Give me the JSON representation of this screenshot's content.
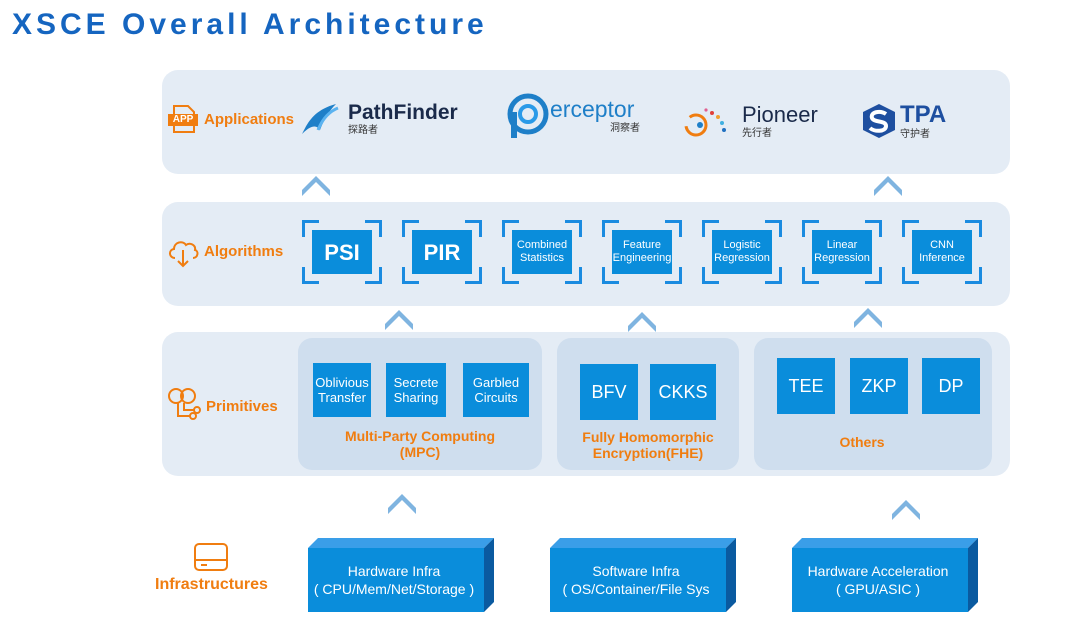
{
  "title": "XSCE Overall Architecture",
  "layers": {
    "applications": "Applications",
    "algorithms": "Algorithms",
    "primitives": "Primitives",
    "infrastructures": "Infrastructures"
  },
  "apps": [
    {
      "name": "PathFinder",
      "sub": "探路者",
      "icon": "pathfinder-logo"
    },
    {
      "name": "erceptor",
      "sub": "洞察者",
      "icon": "perceptor-logo"
    },
    {
      "name": "Pioneer",
      "sub": "先行者",
      "icon": "pioneer-logo"
    },
    {
      "name": "TPA",
      "sub": "守护者",
      "icon": "stpa-logo"
    }
  ],
  "app_badge": "APP",
  "algorithms": [
    "PSI",
    "PIR",
    "Combined Statistics",
    "Feature Engineering",
    "Logistic Regression",
    "Linear Regression",
    "CNN Inference"
  ],
  "primitive_groups": [
    {
      "label_line1": "Multi-Party Computing",
      "label_line2": "(MPC)",
      "items": [
        [
          "Oblivious",
          "Transfer"
        ],
        [
          "Secrete",
          "Sharing"
        ],
        [
          "Garbled",
          "Circuits"
        ]
      ]
    },
    {
      "label_line1": "Fully Homomorphic",
      "label_line2": "Encryption(FHE)",
      "items": [
        [
          "BFV"
        ],
        [
          "CKKS"
        ]
      ]
    },
    {
      "label_line1": "Others",
      "label_line2": "",
      "items": [
        [
          "TEE"
        ],
        [
          "ZKP"
        ],
        [
          "DP"
        ]
      ]
    }
  ],
  "infra": [
    {
      "line1": "Hardware Infra",
      "line2": "( CPU/Mem/Net/Storage )"
    },
    {
      "line1": "Software Infra",
      "line2": "( OS/Container/File Sys"
    },
    {
      "line1": "Hardware Acceleration",
      "line2": "( GPU/ASIC )"
    }
  ],
  "colors": {
    "title": "#1565c0",
    "accent": "#f07d10",
    "box": "#0a8ddb",
    "band": "#e4ecf5",
    "arrow": "#7fb4e0"
  }
}
